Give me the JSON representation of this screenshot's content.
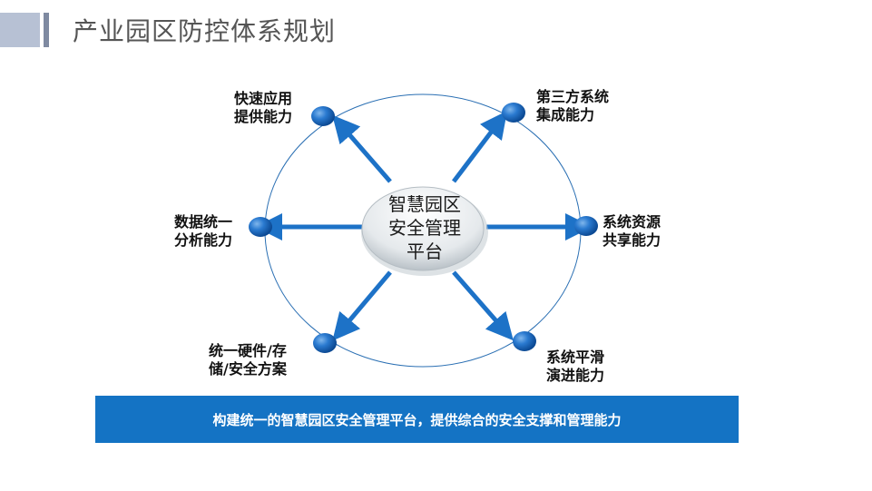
{
  "page": {
    "title": "产业园区防控体系规划"
  },
  "diagram": {
    "center": {
      "lines": [
        "智慧园区",
        "安全管理",
        "平台"
      ]
    },
    "nodes": [
      {
        "id": "top-left",
        "lines": [
          "快速应用",
          "提供能力"
        ]
      },
      {
        "id": "top-right",
        "lines": [
          "第三方系统",
          "集成能力"
        ]
      },
      {
        "id": "left",
        "lines": [
          "数据统一",
          "分析能力"
        ]
      },
      {
        "id": "right",
        "lines": [
          "系统资源",
          "共享能力"
        ]
      },
      {
        "id": "bottom-left",
        "lines": [
          "统一硬件/存",
          "储/安全方案"
        ]
      },
      {
        "id": "bottom-right",
        "lines": [
          "系统平滑",
          "演进能力"
        ]
      }
    ],
    "colors": {
      "arrow": "#1d72c7",
      "ellipse": "#2a6fb3",
      "node_ball": "#1f6fc4",
      "center_fill": "#e8ecef"
    }
  },
  "banner": {
    "text": "构建统一的智慧园区安全管理平台，提供综合的安全支撑和管理能力",
    "color": "#1473c4"
  }
}
